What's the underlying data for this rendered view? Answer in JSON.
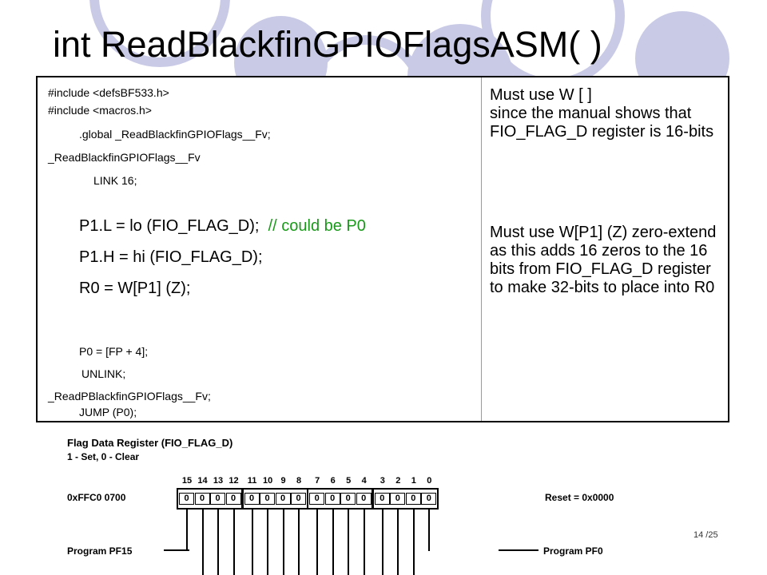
{
  "slide": {
    "title": "int ReadBlackfinGPIOFlagsASM( )",
    "page_number": "14 /25"
  },
  "code": {
    "line1_prefix": "#include ",
    "line1_arg": "<defsBF533.h>",
    "line2_prefix": "#include ",
    "line2_arg": "<macros.h>",
    "line3": ".global _ReadBlackfinGPIOFlags__Fv;",
    "line4": "_ReadBlackfinGPIOFlags__Fv",
    "line5": "LINK 16;",
    "line6": "P1.L = lo (FIO_FLAG_D);",
    "line6_comment": "// could be P0",
    "line7": "P1.H = hi (FIO_FLAG_D);",
    "line8": "R0 = W[P1] (Z);",
    "line9": "P0 = [FP + 4];",
    "line10": "UNLINK;",
    "line11": "_ReadPBlackfinGPIOFlags__Fv;",
    "line12": "JUMP (P0);"
  },
  "notes": {
    "note1": "Must use W [  ]\nsince the manual shows that FIO_FLAG_D register is 16-bits",
    "note2": "Must use W[P1] (Z) zero-extend as this adds 16 zeros to the 16 bits from FIO_FLAG_D register to make 32-bits to place into R0"
  },
  "register": {
    "title": "Flag Data Register (FIO_FLAG_D)",
    "subtitle": "1 - Set, 0 - Clear",
    "address": "0xFFC0 0700",
    "reset": "Reset = 0x0000",
    "bit_numbers": [
      "15",
      "14",
      "13",
      "12",
      "11",
      "10",
      "9",
      "8",
      "7",
      "6",
      "5",
      "4",
      "3",
      "2",
      "1",
      "0"
    ],
    "bit_values": [
      "0",
      "0",
      "0",
      "0",
      "0",
      "0",
      "0",
      "0",
      "0",
      "0",
      "0",
      "0",
      "0",
      "0",
      "0",
      "0"
    ],
    "label_msb": "Program PF15",
    "label_lsb": "Program PF0"
  },
  "colors": {
    "decor_circle": "#c9cae6",
    "comment_green": "#1a9a1a"
  }
}
